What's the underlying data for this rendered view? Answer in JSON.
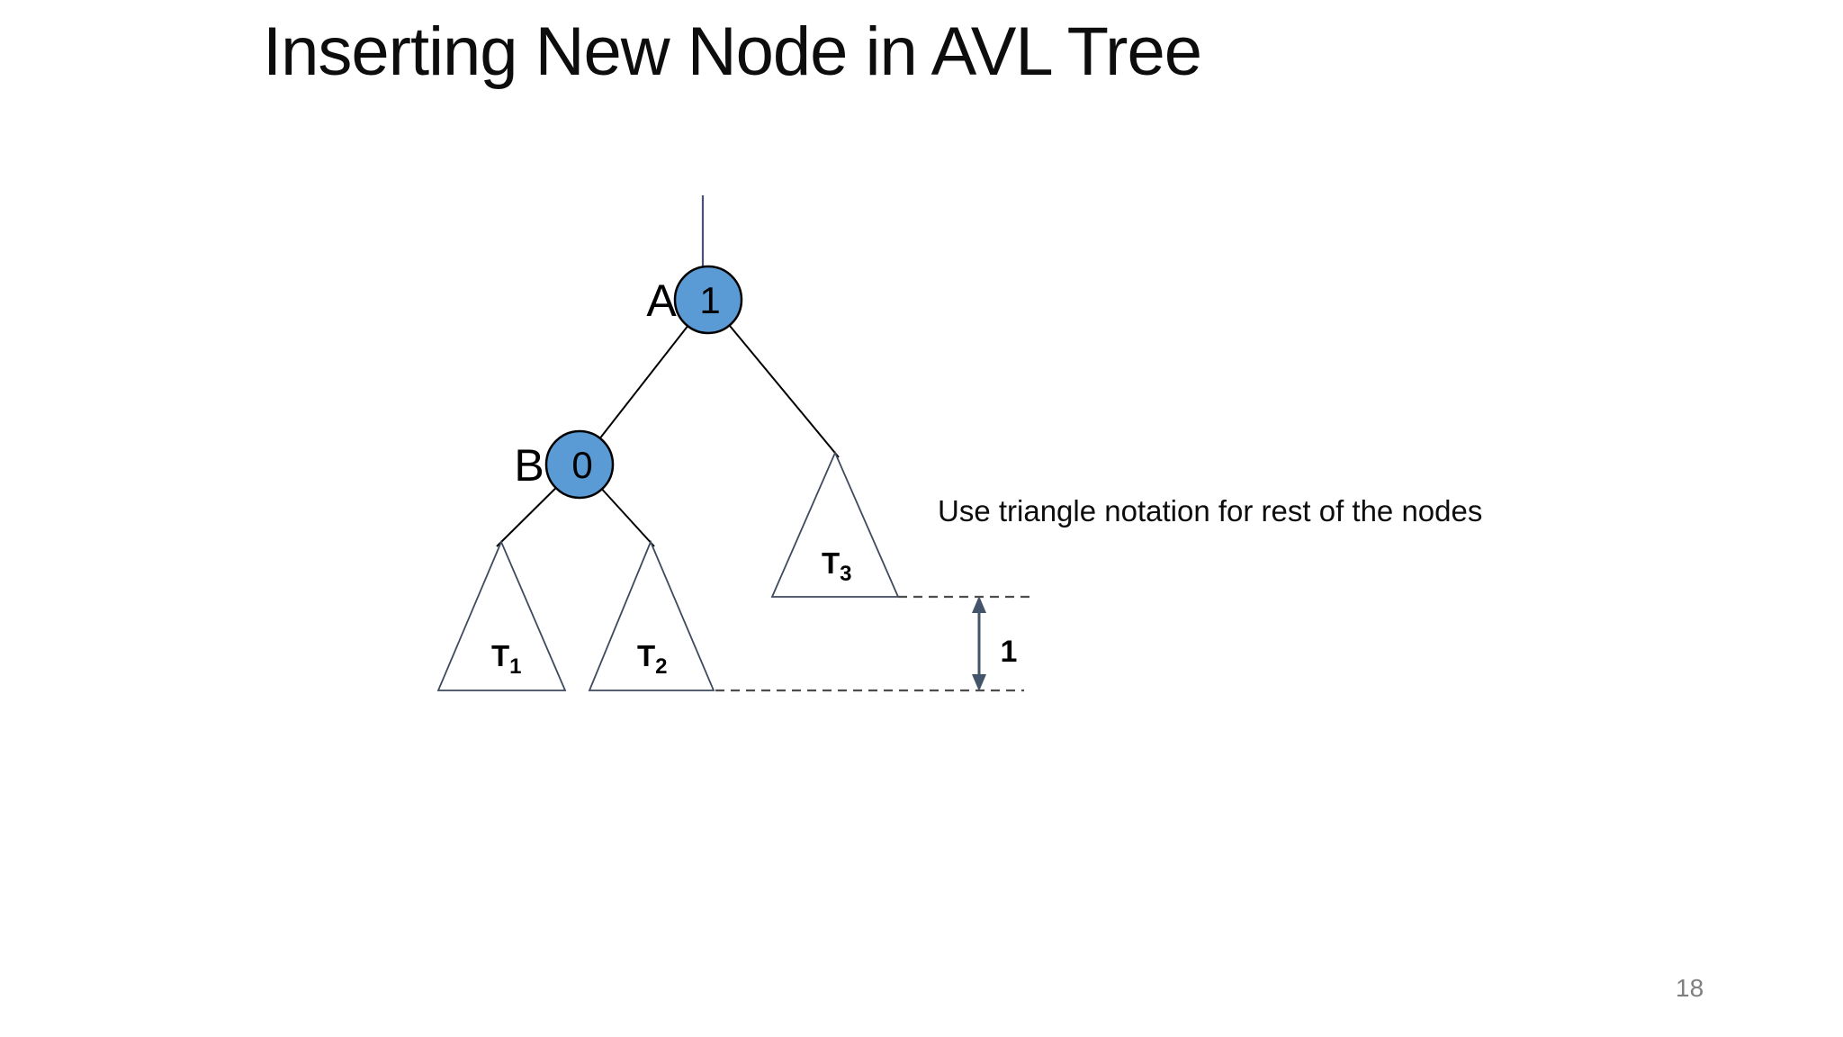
{
  "slide": {
    "title": "Inserting New Node in AVL Tree",
    "annotation": "Use triangle notation for rest of the nodes",
    "page_number": "18"
  },
  "tree": {
    "root_label": "A",
    "root_balance": "1",
    "child_label": "B",
    "child_balance": "0",
    "subtrees": [
      {
        "name": "T",
        "sub": "1"
      },
      {
        "name": "T",
        "sub": "2"
      },
      {
        "name": "T",
        "sub": "3"
      }
    ],
    "height_difference": "1"
  },
  "colors": {
    "node_fill": "#5b9bd5",
    "node_stroke": "#000000",
    "edge": "#000000",
    "triangle_stroke": "#3f4a5d",
    "dashed_line": "#4d4d4d",
    "arrow": "#44546a",
    "parent_line": "#4b5178",
    "page_number": "#7f7f7f"
  }
}
